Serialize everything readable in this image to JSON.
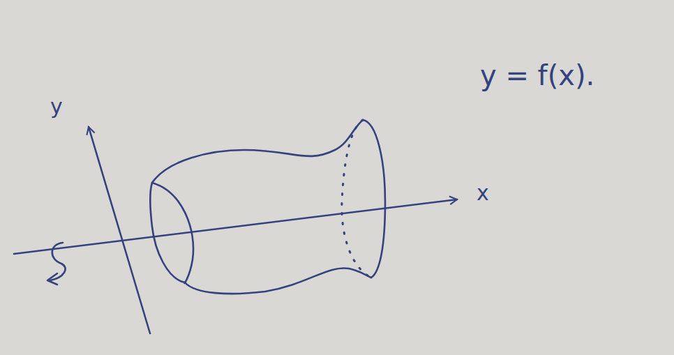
{
  "diagram": {
    "labels": [
      "y",
      "x",
      "y = f(x)."
    ]
  }
}
